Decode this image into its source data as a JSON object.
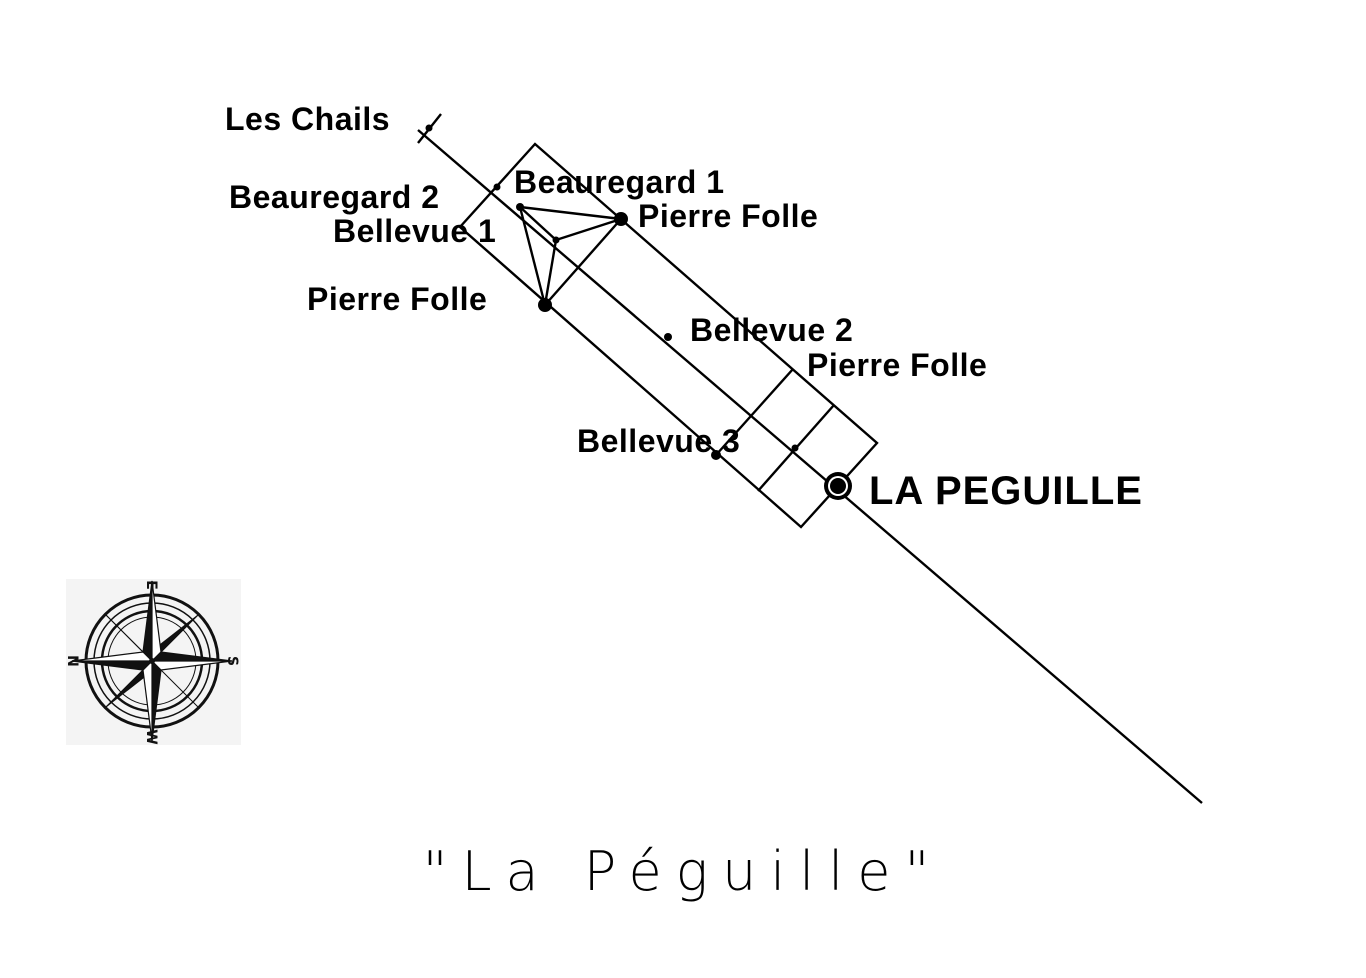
{
  "caption": "\"La Péguille\"",
  "labels": {
    "les_chails": "Les Chails",
    "beauregard_1": "Beauregard 1",
    "beauregard_2": "Beauregard 2",
    "bellevue_1": "Bellevue 1",
    "pierre_folle_upper": "Pierre Folle",
    "pierre_folle_left": "Pierre Folle",
    "bellevue_2": "Bellevue 2",
    "pierre_folle_lower": "Pierre Folle",
    "bellevue_3": "Bellevue 3",
    "la_peguille": "LA PEGUILLE"
  },
  "compass": {
    "icon": "compass-rose-icon",
    "letters": {
      "top": "E",
      "left": "N",
      "right": "S",
      "bottom": "W"
    }
  },
  "colors": {
    "ink": "#000000",
    "background": "#ffffff",
    "compass_bg": "#f4f4f4"
  }
}
